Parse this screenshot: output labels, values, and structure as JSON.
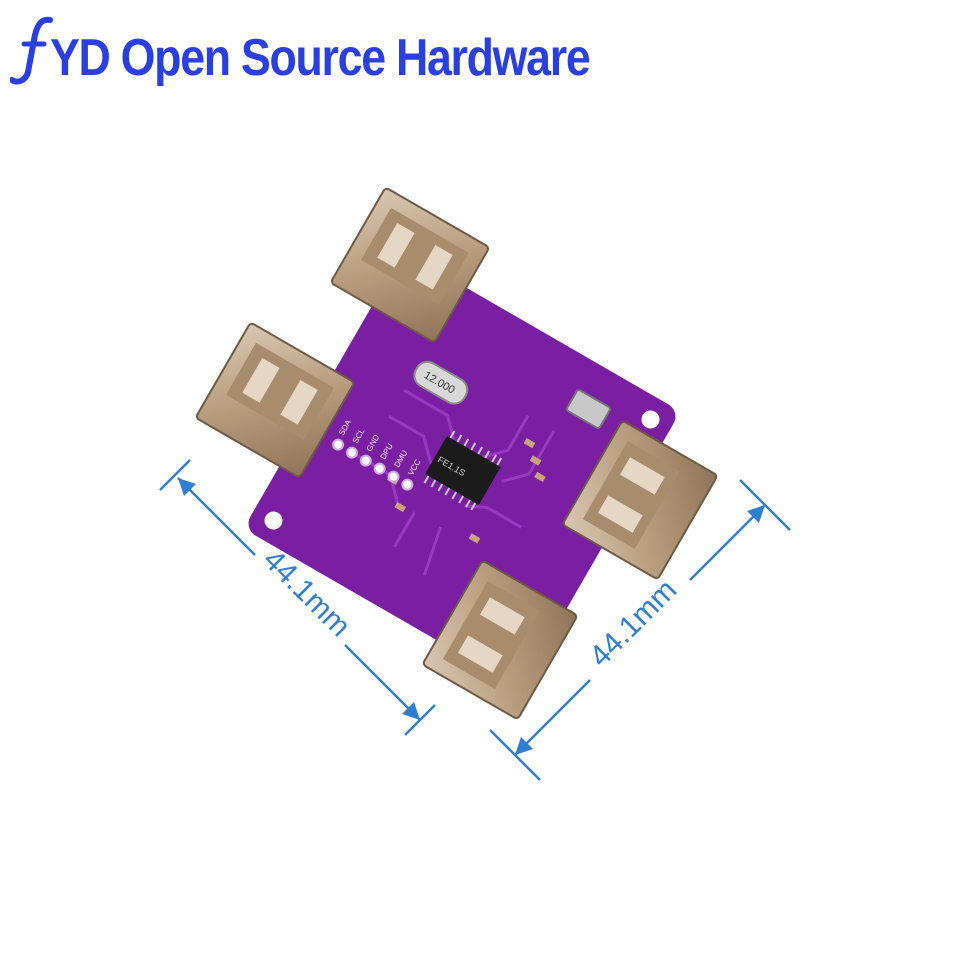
{
  "brand": {
    "text": "YD Open Source Hardware",
    "color": "#2a3fe0"
  },
  "colors": {
    "pcb": "#7a1fa2",
    "pcb_light": "#9b34c4",
    "usb_metal": "#bfa88e",
    "dimension": "#2f7fd0"
  },
  "dimensions": {
    "left": "44.1mm",
    "right": "44.1mm"
  },
  "silkscreen": {
    "pins": [
      "SDA",
      "SCL",
      "GND",
      "DPU",
      "DMU",
      "VCC"
    ],
    "chip": "FE1.1S",
    "crystal": "12.000"
  }
}
